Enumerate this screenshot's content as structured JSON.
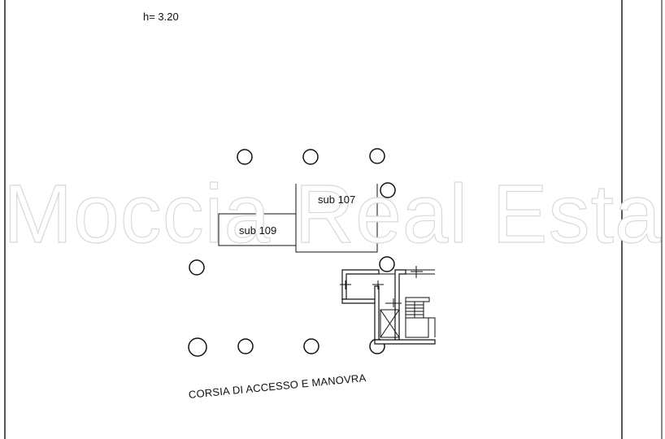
{
  "plan": {
    "height_label": "h= 3.20",
    "units": [
      {
        "id": "sub-107",
        "label": "sub 107"
      },
      {
        "id": "sub-109",
        "label": "sub 109"
      }
    ],
    "driveway_label": "CORSIA DI ACCESSO E MANOVRA",
    "watermark": "Moccia Real Esta"
  },
  "colors": {
    "line": "#111111",
    "watermark_outline": "#d9d9d9",
    "background": "#ffffff"
  }
}
